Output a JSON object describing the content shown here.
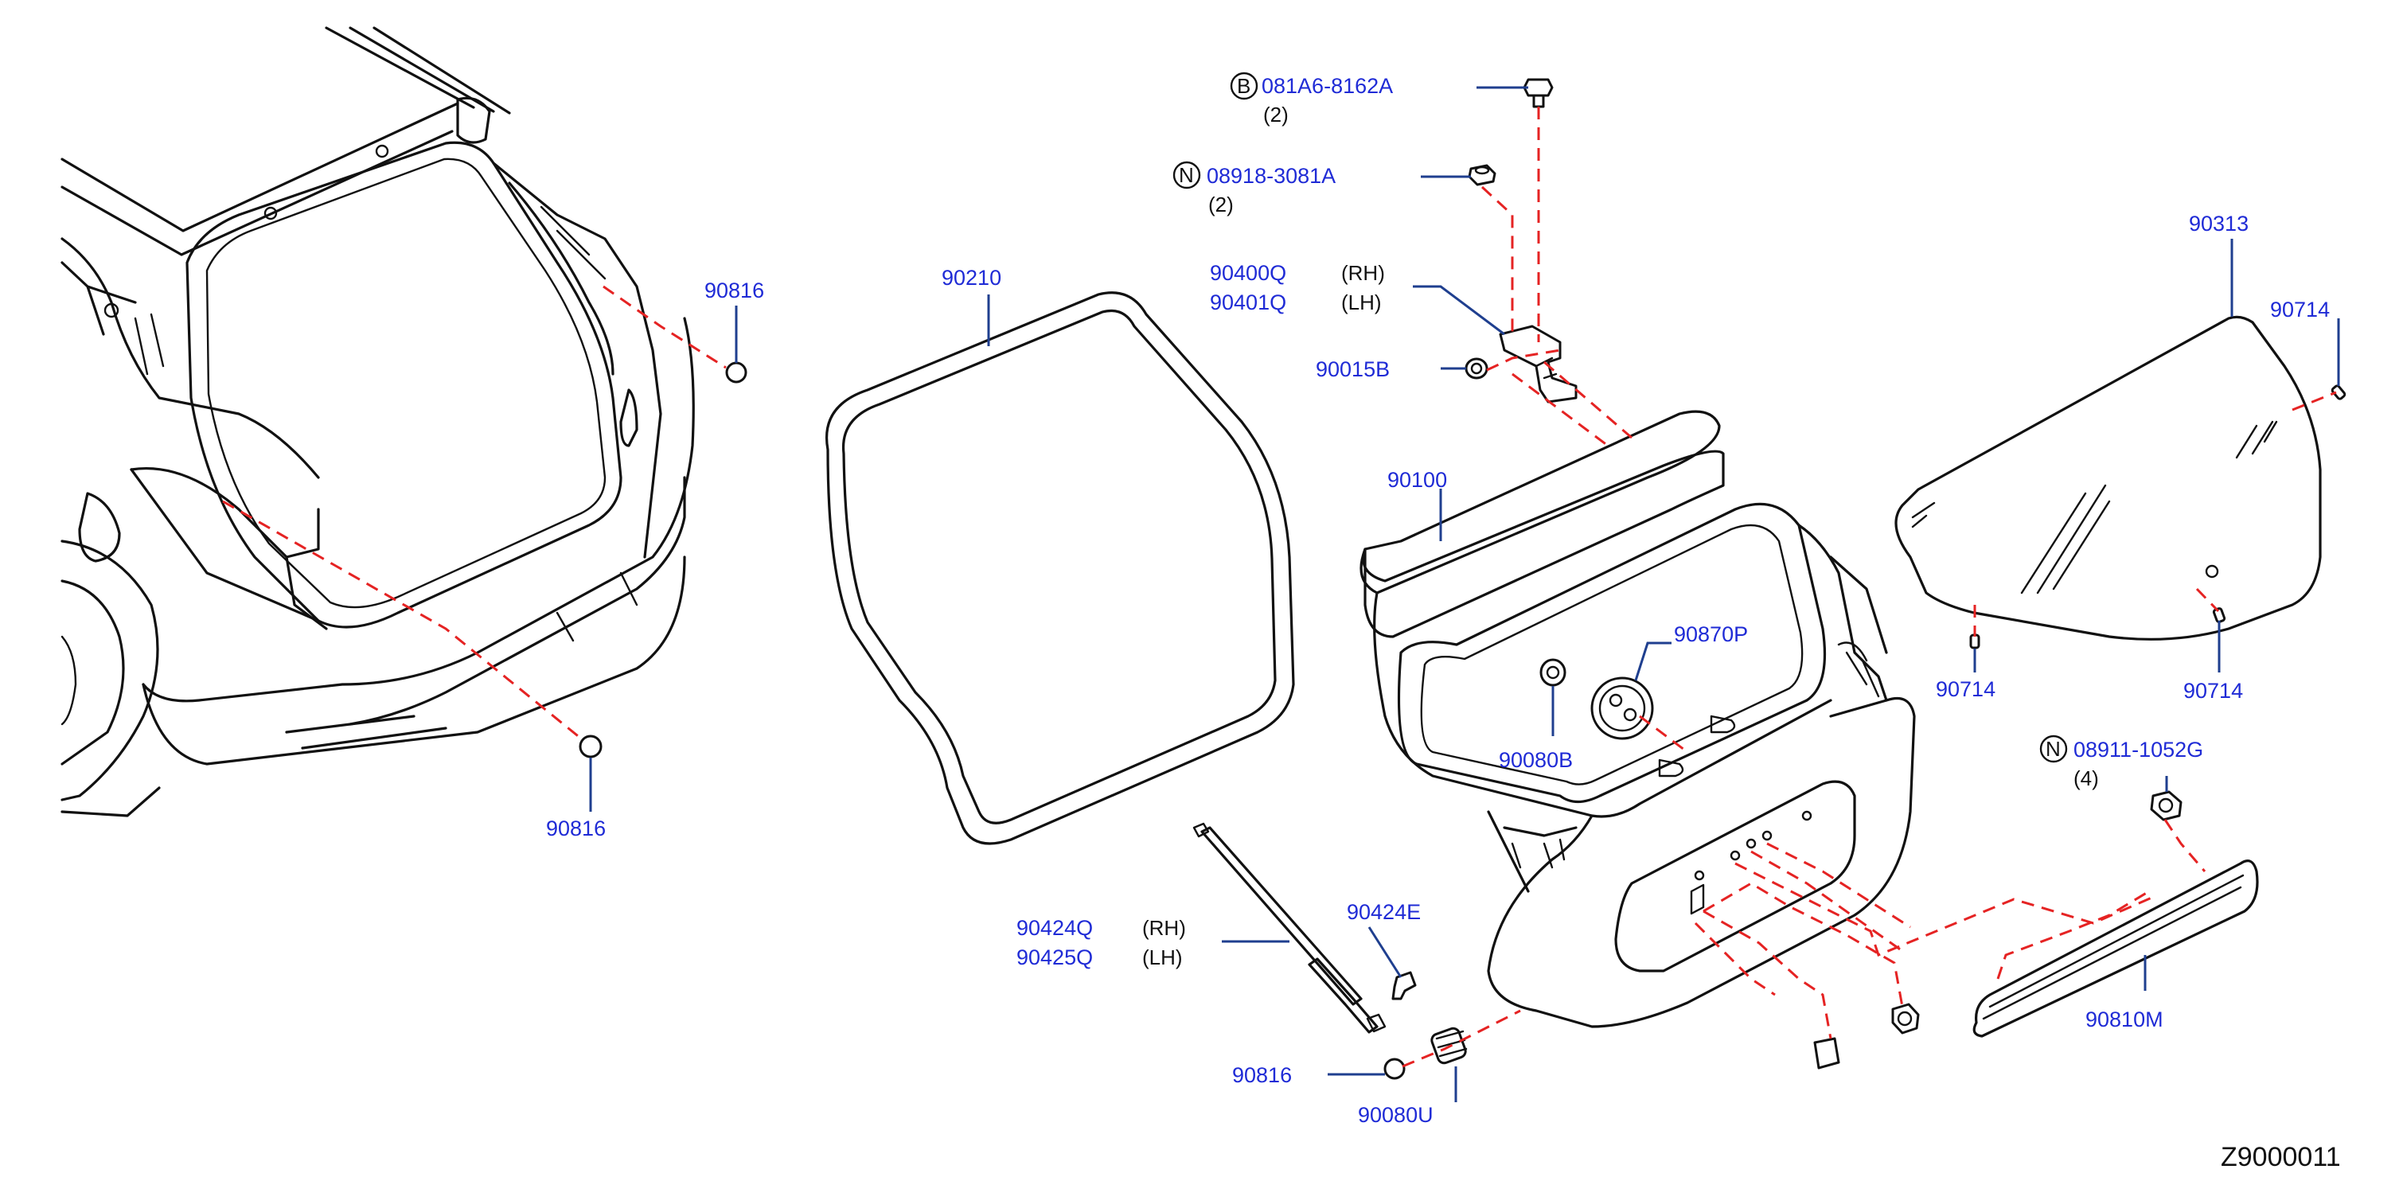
{
  "diagram_id": "Z9000011",
  "labels": {
    "hinge_bolt": {
      "mark": "B",
      "code": "081A6-8162A",
      "qty": "(2)"
    },
    "hinge_nut": {
      "mark": "N",
      "code": "08918-3081A",
      "qty": "(2)"
    },
    "hinge_rh": {
      "code": "90400Q",
      "side": "(RH)"
    },
    "hinge_lh": {
      "code": "90401Q",
      "side": "(LH)"
    },
    "hinge_bushing": "90015B",
    "weatherstrip": "90210",
    "back_door_panel": "90100",
    "body_bumper_upper": "90816",
    "body_bumper_lower": "90816",
    "door_bumper": "90816",
    "lock_grommet": "90870P",
    "door_stopper": "90080B",
    "door_stopper_lower": "90080U",
    "stay_rh": {
      "code": "90424Q",
      "side": "(RH)"
    },
    "stay_lh": {
      "code": "90425Q",
      "side": "(LH)"
    },
    "stay_clip": "90424E",
    "glass": "90313",
    "glass_spacer_top": "90714",
    "glass_spacer_left": "90714",
    "glass_spacer_right": "90714",
    "finisher_nut": {
      "mark": "N",
      "code": "08911-1052G",
      "qty": "(4)"
    },
    "finisher": "90810M"
  }
}
